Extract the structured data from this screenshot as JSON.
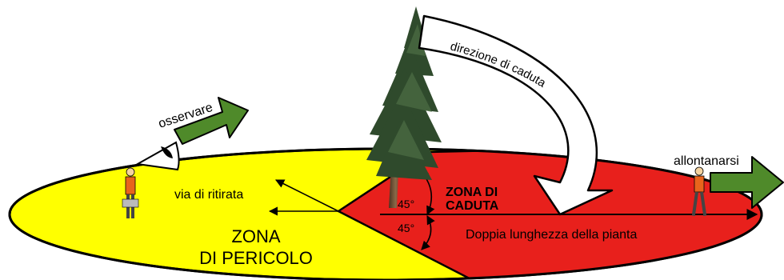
{
  "labels": {
    "observe": "osservare",
    "fall_direction": "direzione di caduta",
    "move_away": "allontanarsi",
    "retreat_path": "via di ritirata",
    "fall_zone_line1": "ZONA DI",
    "fall_zone_line2": "CADUTA",
    "angle_upper": "45°",
    "angle_lower": "45°",
    "tree_length": "Doppia lunghezza della pianta",
    "danger_zone_line1": "ZONA",
    "danger_zone_line2": "DI PERICOLO"
  },
  "colors": {
    "danger_zone": "#ffff00",
    "fall_zone": "#e8201c",
    "arrow_green": "#4f8a2a",
    "outline": "#000000",
    "foliage": "#2f4a2c",
    "trunk": "#6b4a2a"
  },
  "icons": {
    "observer_eye": "eye-icon",
    "worker": "person-icon"
  }
}
